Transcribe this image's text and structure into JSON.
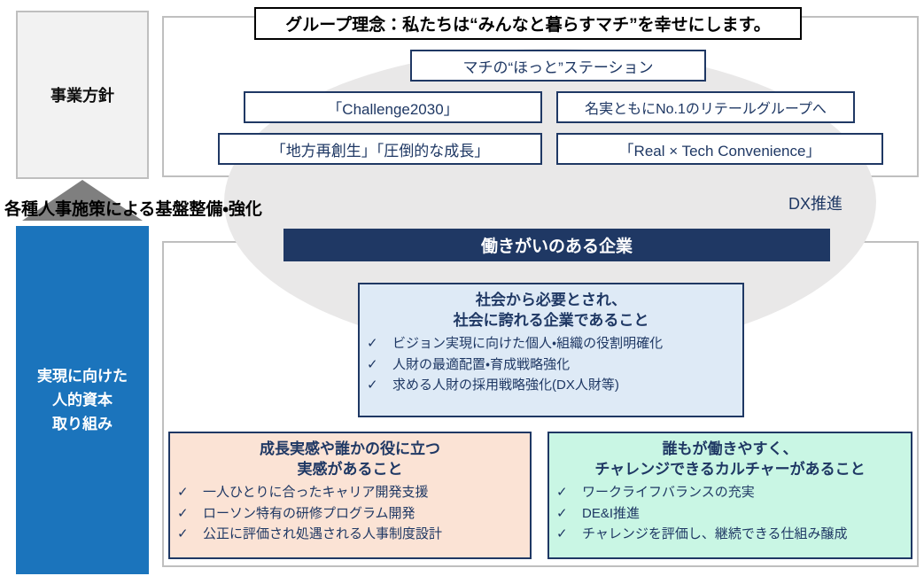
{
  "title_box": {
    "text": "グループ理念：私たちは“みんなと暮らすマチ”を幸せにします。"
  },
  "philosophy_boxes": {
    "machi_hotto": "マチの“ほっと”ステーション",
    "challenge2030": "「Challenge2030」",
    "no1_retail": "名実ともにNo.1のリテールグループへ",
    "chihou": "「地方再創生」「圧倒的な成長」",
    "real_tech": "「Real × Tech Convenience」"
  },
  "side_labels": {
    "business_policy": "事業方針",
    "hr_line1": "実現に向けた",
    "hr_line2": "人的資本",
    "hr_line3": "取り組み"
  },
  "middle_labels": {
    "foundation": "各種人事施策による基盤整備・強化",
    "dx": "DX推進"
  },
  "banner": {
    "text": "働きがいのある企業"
  },
  "glyphs": {
    "check": "✓"
  },
  "cards": {
    "social": {
      "title_line1": "社会から必要とされ、",
      "title_line2": "社会に誇れる企業であること",
      "items": [
        "ビジョン実現に向けた個人・組織の役割明確化",
        "人財の最適配置・育成戦略強化",
        "求める人財の採用戦略強化(DX人財等)"
      ]
    },
    "growth": {
      "title_line1": "成長実感や誰かの役に立つ",
      "title_line2": "実感があること",
      "items": [
        "一人ひとりに合ったキャリア開発支援",
        "ローソン特有の研修プログラム開発",
        "公正に評価され処遇される人事制度設計"
      ]
    },
    "culture": {
      "title_line1": "誰もが働きやすく、",
      "title_line2": "チャレンジできるカルチャーがあること",
      "items": [
        "ワークライフバランスの充実",
        "DE&I推進",
        "チャレンジを評価し、継続できる仕組み醸成"
      ]
    }
  },
  "colors": {
    "navy": "#1F3864",
    "blue": "#1B74BC",
    "light_blue": "#DEEAF6",
    "peach": "#FBE3D5",
    "mint": "#C9F6E4",
    "ellipse_gray": "#E9E8E8",
    "box_gray": "#F2F2F2",
    "border_gray": "#BFBFBF",
    "triangle_gray": "#7F7F7F"
  }
}
